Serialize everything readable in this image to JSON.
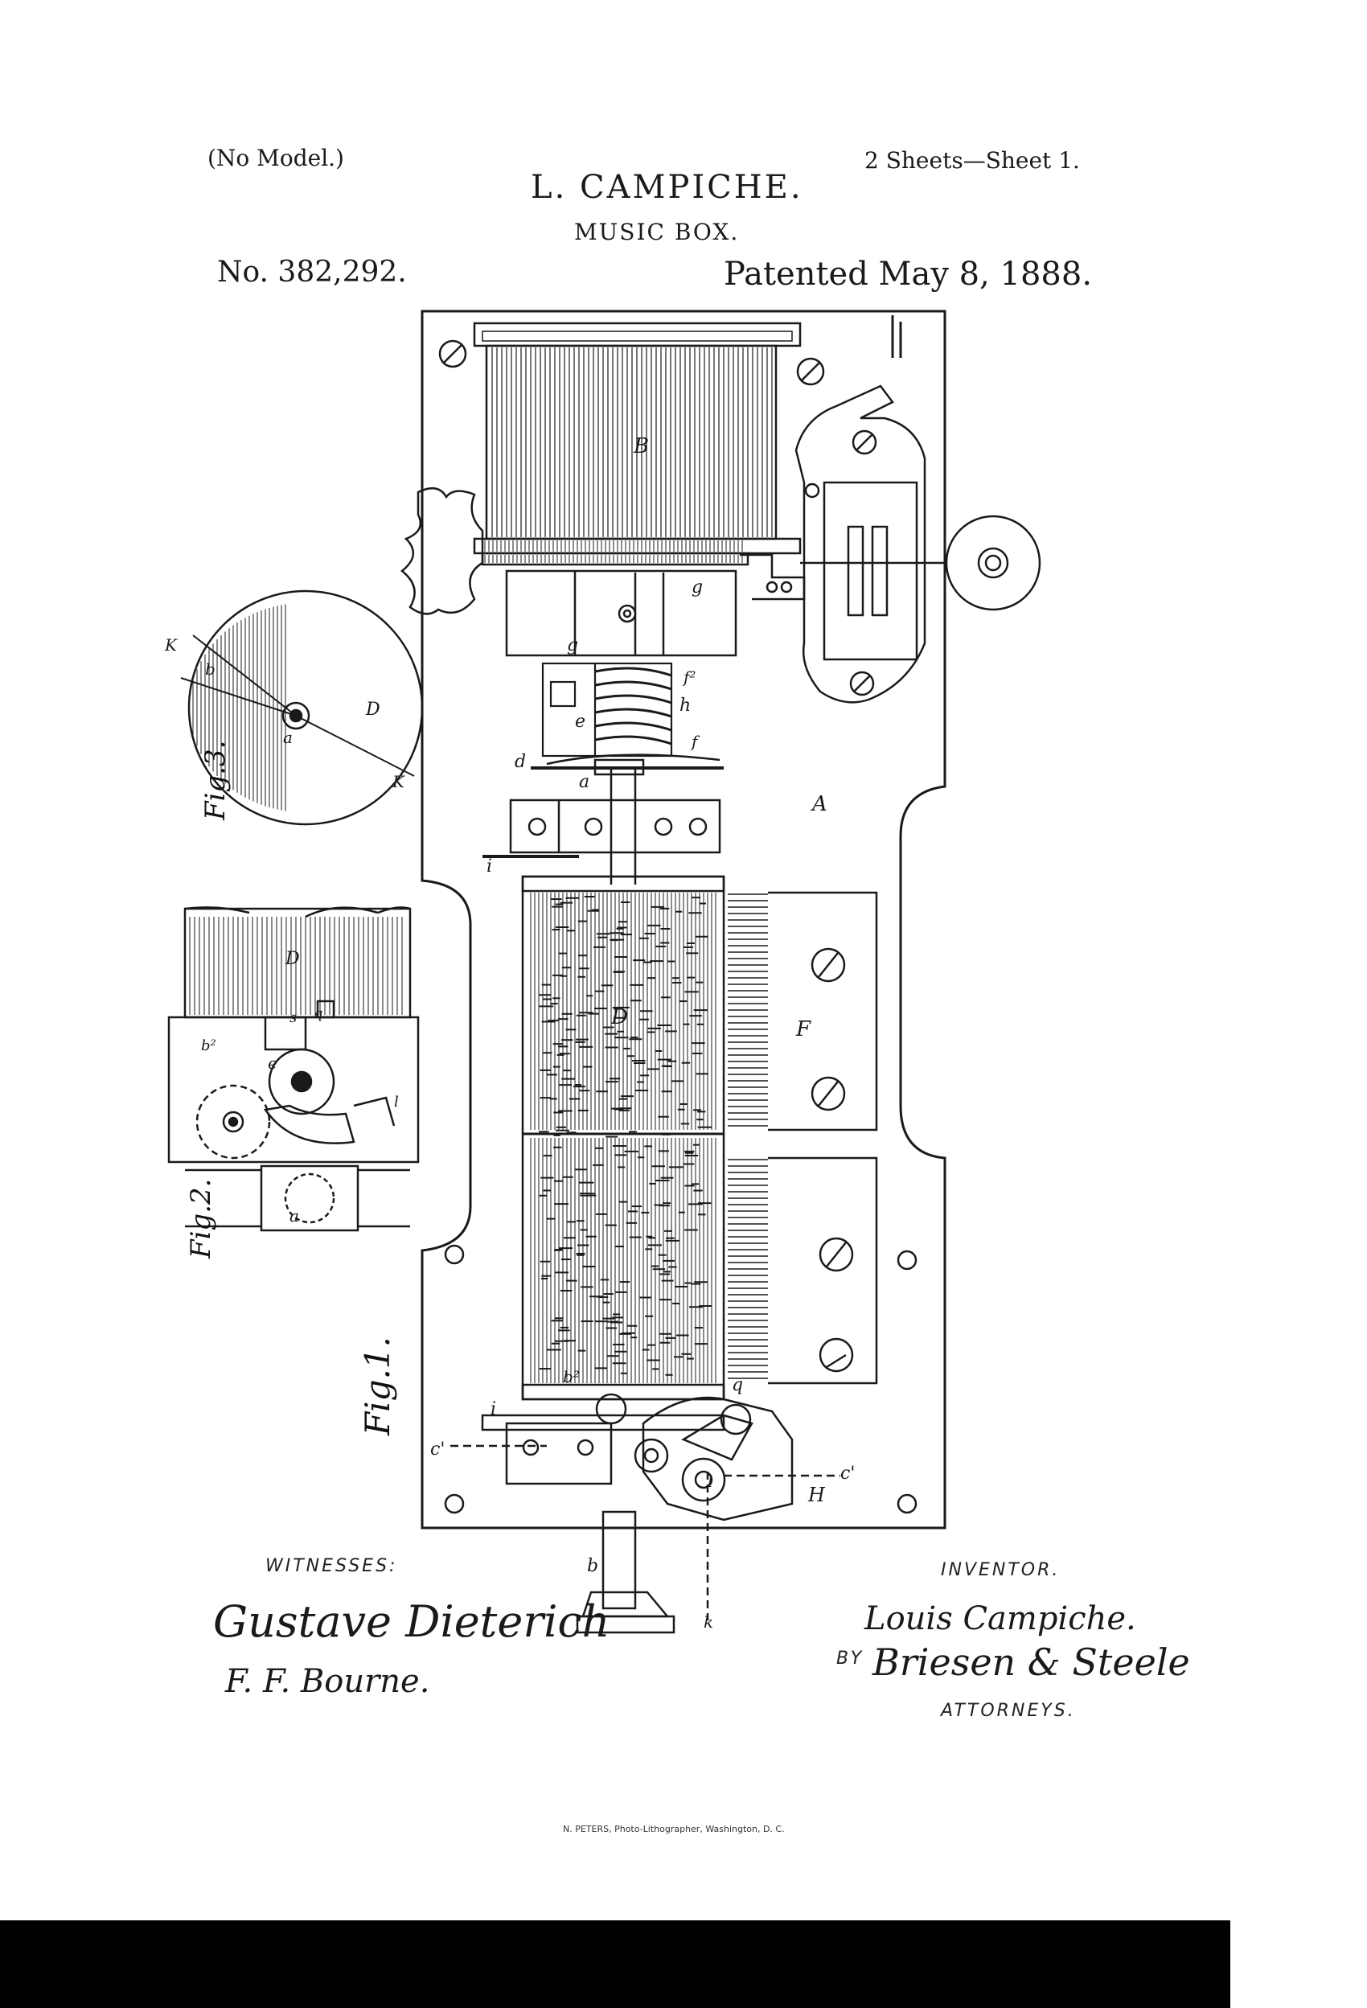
{
  "header": {
    "model_note": "(No Model.)",
    "inventor_name": "L. CAMPICHE.",
    "sheets": "2 Sheets—Sheet 1.",
    "subject": "MUSIC BOX.",
    "patent_number": "No. 382,292.",
    "patent_date": "Patented May 8, 1888."
  },
  "figures": {
    "fig1": "Fig.1.",
    "fig2": "Fig.2.",
    "fig3": "Fig.3."
  },
  "labels": {
    "A": "A",
    "B": "B",
    "D": "D",
    "F": "F",
    "H": "H",
    "a": "a",
    "b": "b",
    "d": "d",
    "e": "e",
    "f": "f",
    "g": "g",
    "h": "h",
    "i": "i",
    "k": "k",
    "l": "l",
    "s": "s",
    "c": "c",
    "q": "q",
    "b2": "b²",
    "f2": "f²",
    "c_prime": "c'",
    "k_fig3": "K"
  },
  "footer": {
    "witnesses_label": "WITNESSES:",
    "witness1": "Gustave Dieterich",
    "witness2": "F. F. Bourne.",
    "inventor_label": "INVENTOR.",
    "inventor_signature": "Louis Campiche.",
    "by_label": "BY",
    "attorneys_signature": "Briesen & Steele",
    "attorneys_label": "ATTORNEYS.",
    "printer": "N. PETERS, Photo-Lithographer, Washington, D. C."
  },
  "colors": {
    "ink": "#1a1a1a",
    "paper": "#ffffff"
  }
}
